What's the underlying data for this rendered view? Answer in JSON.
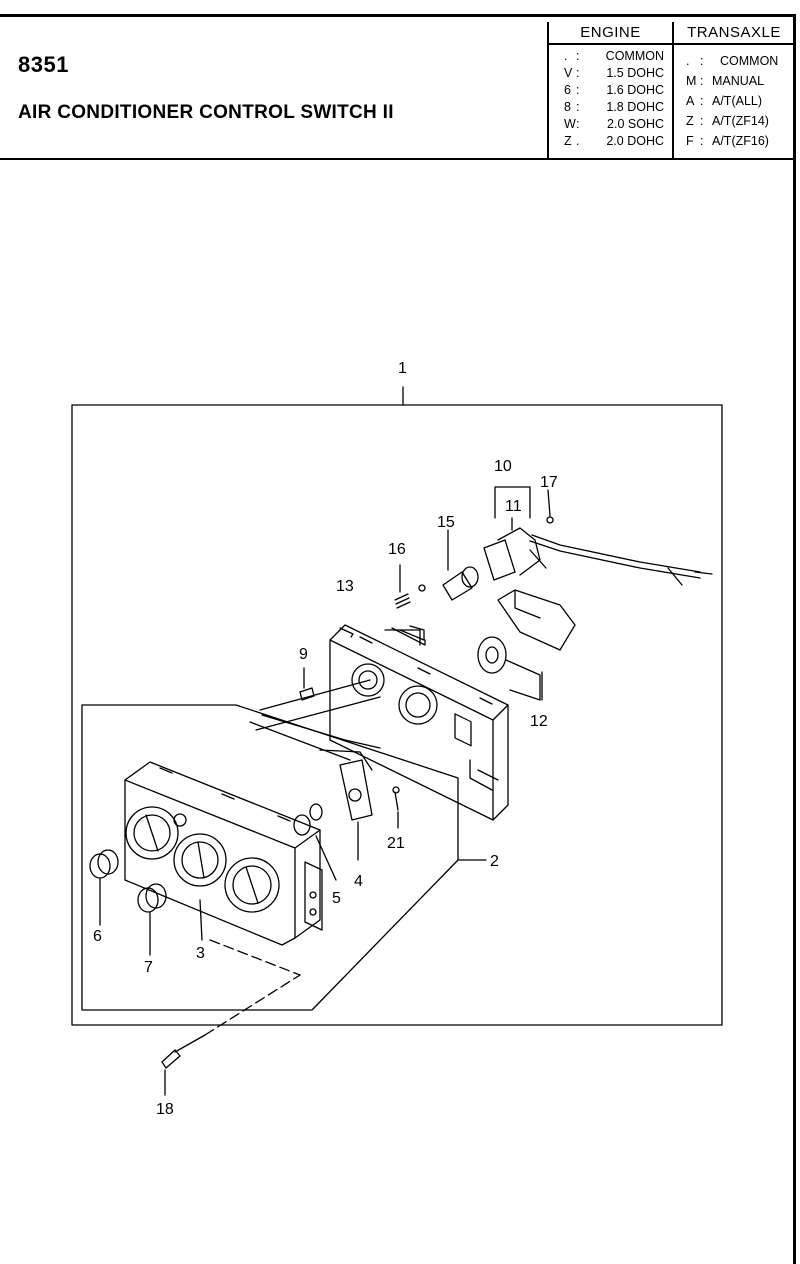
{
  "header": {
    "code": "8351",
    "title": "AIR CONDITIONER CONTROL SWITCH II"
  },
  "engine": {
    "heading": "ENGINE",
    "rows": [
      {
        "code": ".",
        "sep": ":",
        "value": "COMMON"
      },
      {
        "code": "V",
        "sep": ":",
        "value": "1.5 DOHC"
      },
      {
        "code": "6",
        "sep": ":",
        "value": "1.6 DOHC"
      },
      {
        "code": "8",
        "sep": ":",
        "value": "1.8 DOHC"
      },
      {
        "code": "W",
        "sep": ":",
        "value": "2.0 SOHC"
      },
      {
        "code": "Z",
        "sep": ".",
        "value": "2.0 DOHC"
      }
    ]
  },
  "transaxle": {
    "heading": "TRANSAXLE",
    "rows": [
      {
        "code": ".",
        "sep": ":",
        "value": "COMMON"
      },
      {
        "code": "M",
        "sep": ":",
        "value": "MANUAL"
      },
      {
        "code": "A",
        "sep": ":",
        "value": "A/T(ALL)"
      },
      {
        "code": "Z",
        "sep": ":",
        "value": "A/T(ZF14)"
      },
      {
        "code": "F",
        "sep": ":",
        "value": "A/T(ZF16)"
      }
    ]
  },
  "callouts": [
    "1",
    "10",
    "11",
    "17",
    "15",
    "16",
    "13",
    "9",
    "12",
    "2",
    "21",
    "4",
    "5",
    "6",
    "7",
    "3",
    "18"
  ]
}
